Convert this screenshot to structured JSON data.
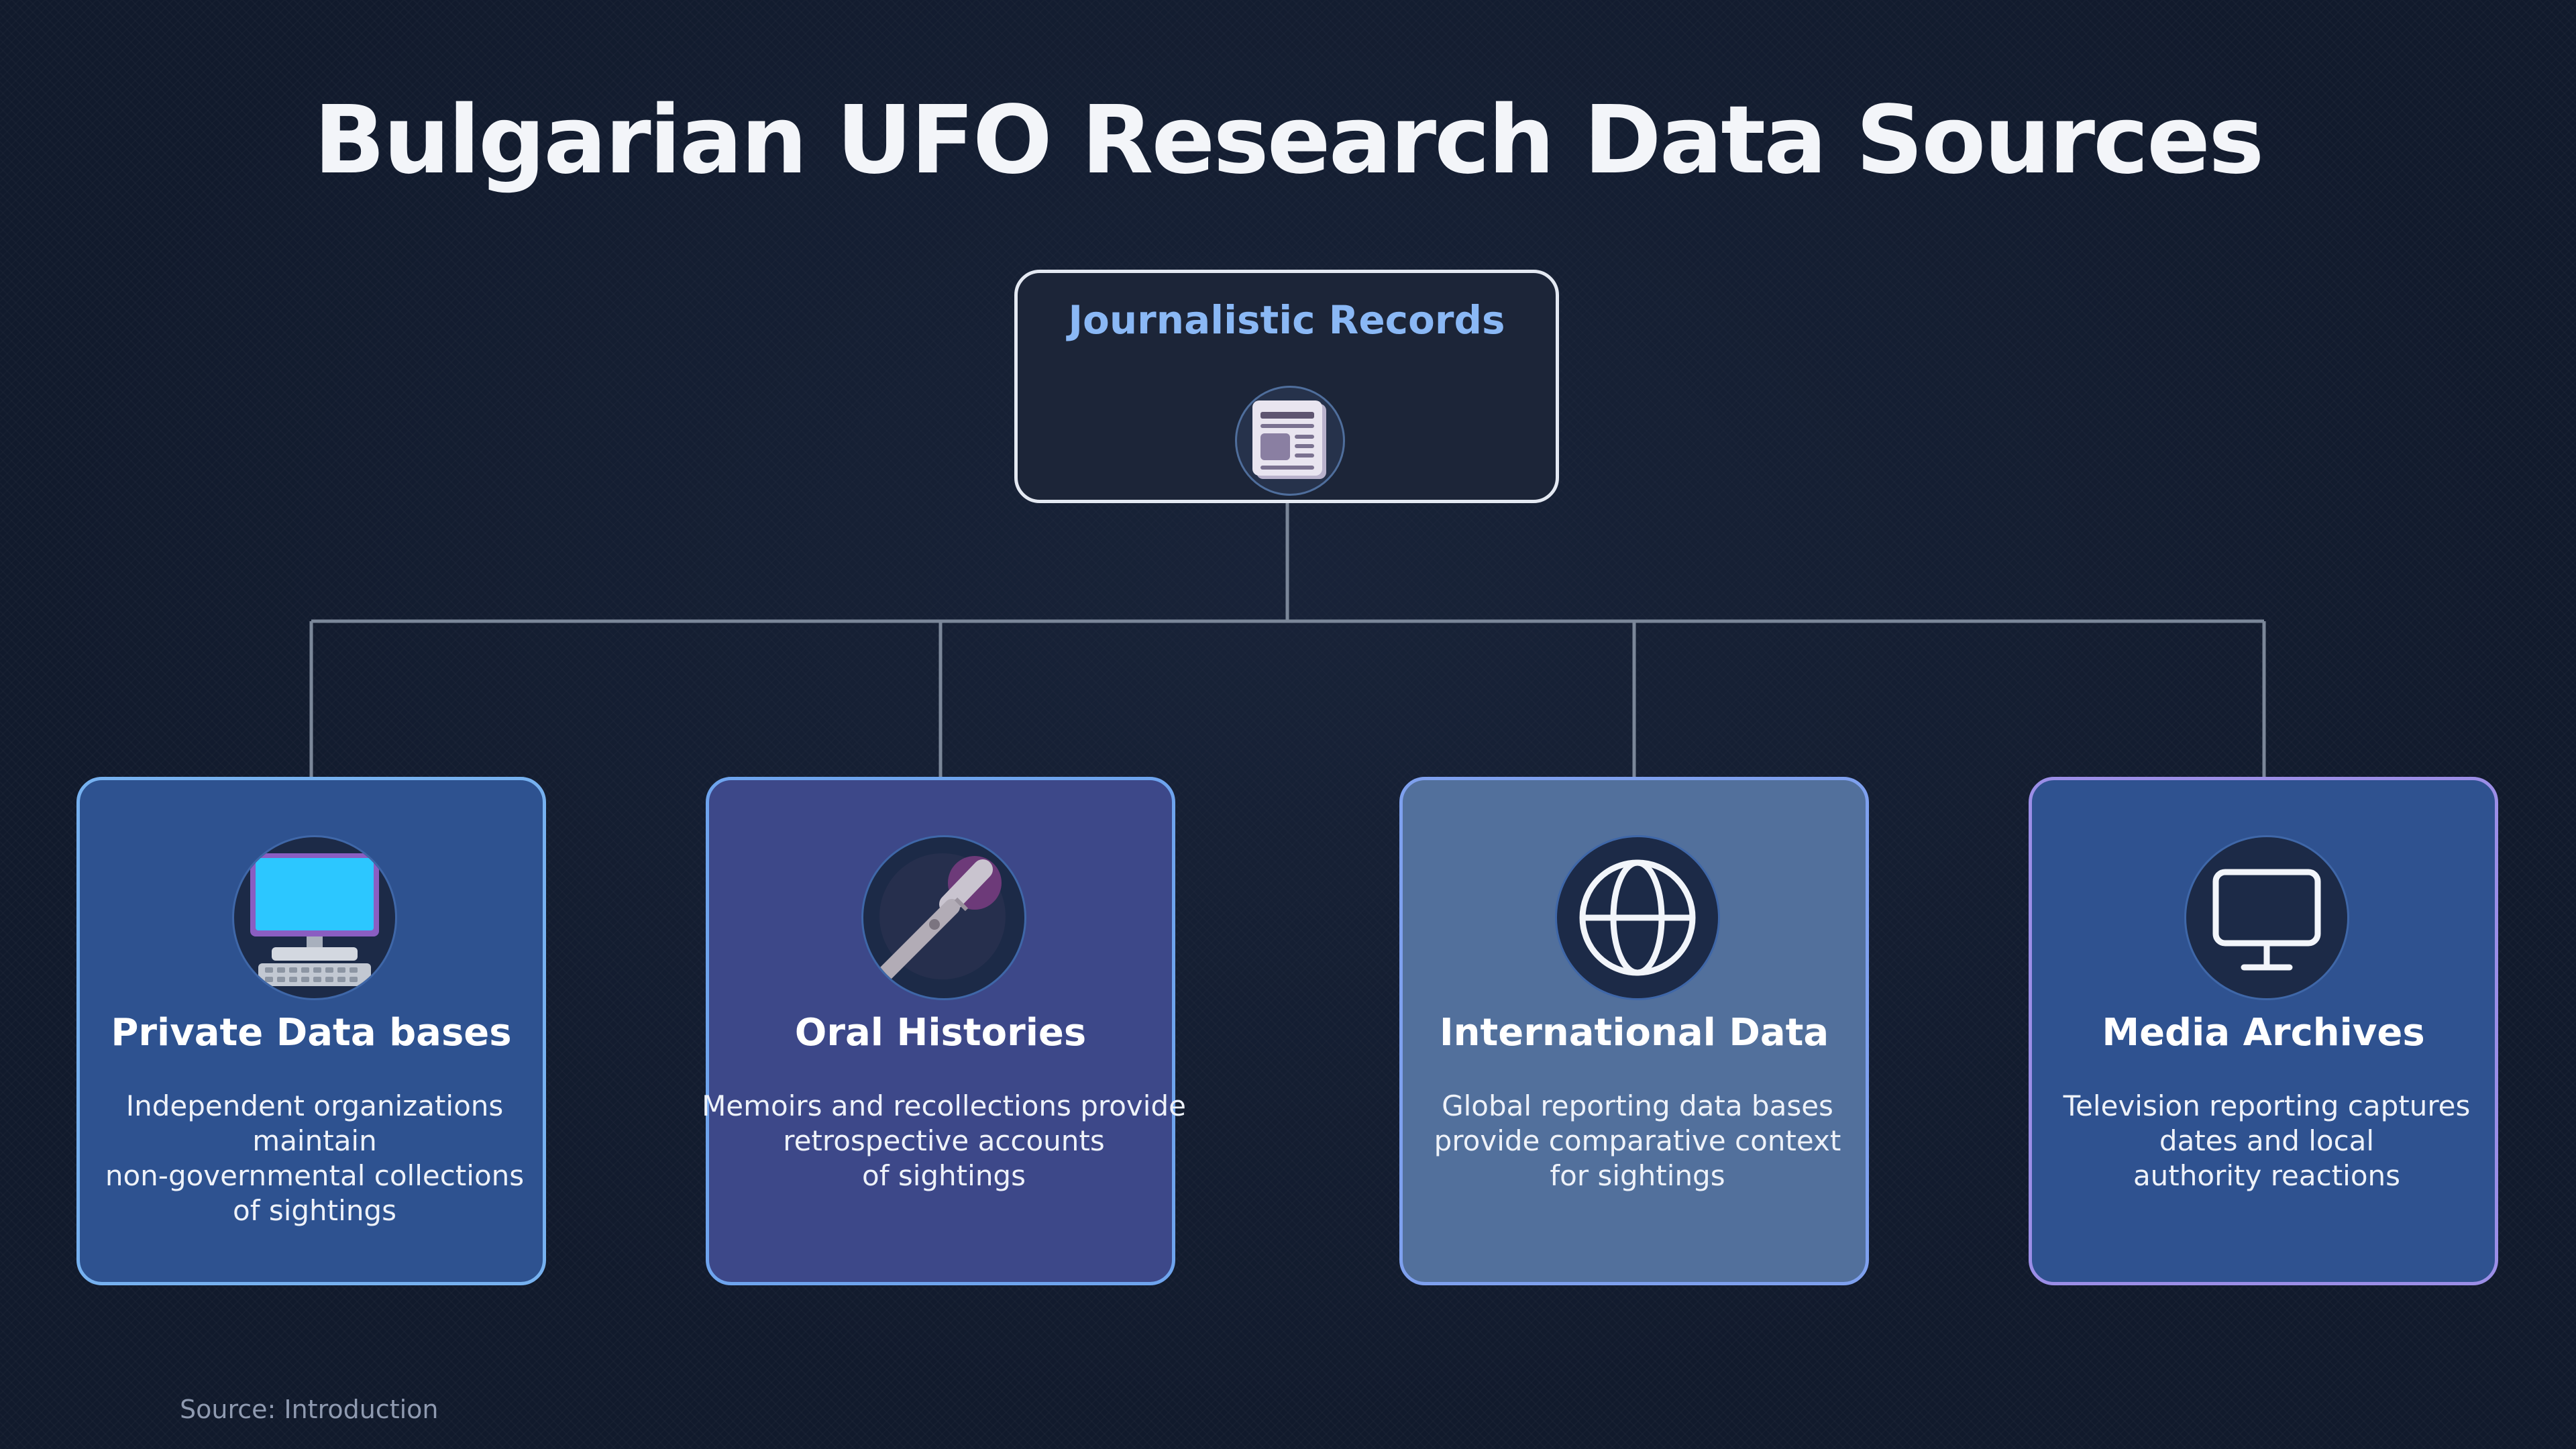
{
  "title": "Bulgarian UFO Research Data Sources",
  "root": {
    "title": "Journalistic Records",
    "icon": "newspaper-icon"
  },
  "cards": [
    {
      "title": "Private Data bases",
      "desc_lines": [
        "Independent organizations maintain",
        "non-governmental collections",
        "of sightings"
      ],
      "icon": "desktop-computer-icon"
    },
    {
      "title": "Oral Histories",
      "desc_lines": [
        "Memoirs and recollections provide",
        "retrospective accounts",
        "of sightings"
      ],
      "icon": "microphone-icon"
    },
    {
      "title": "International Data",
      "desc_lines": [
        "Global reporting data bases",
        "provide comparative context",
        "for sightings"
      ],
      "icon": "globe-icon"
    },
    {
      "title": "Media Archives",
      "desc_lines": [
        "Television reporting captures",
        "dates and local",
        "authority reactions"
      ],
      "icon": "monitor-icon"
    }
  ],
  "source": "Source: Introduction",
  "colors": {
    "background": "#111a2c",
    "root_title": "#8ab8f5",
    "connector": "#7b8799",
    "card_private": "#2e5290",
    "card_oral": "#3d4889",
    "card_intl": "#52709c",
    "card_media": "#2f5290"
  }
}
